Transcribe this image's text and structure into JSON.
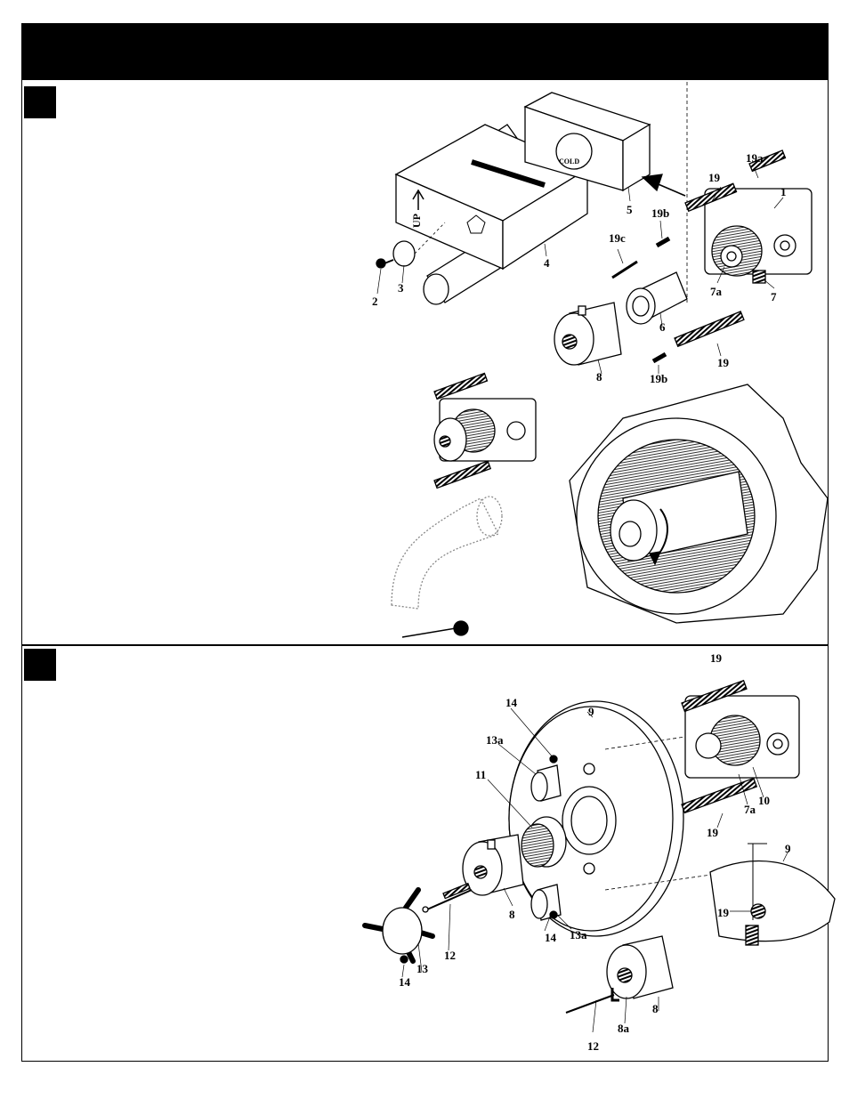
{
  "step1": {
    "labels": {
      "l2": "2",
      "l3": "3",
      "l4": "4",
      "l5": "5",
      "l6": "6",
      "l7": "7",
      "l7a": "7a",
      "l8": "8",
      "l1": "1",
      "l19": "19",
      "l19a": "19a",
      "l19b_top": "19b",
      "l19b_bottom": "19b",
      "l19c": "19c",
      "l19_lower": "19"
    },
    "box_text": {
      "up": "UP",
      "cold": "COLD"
    }
  },
  "step2": {
    "labels": {
      "l9": "9",
      "l9_detail": "9",
      "l10": "10",
      "l11": "11",
      "l12": "12",
      "l12_lower": "12",
      "l13": "13",
      "l13a_top": "13a",
      "l13a_bottom": "13a",
      "l14_top": "14",
      "l14_mid": "14",
      "l14_left": "14",
      "l7a": "7a",
      "l19_top": "19",
      "l19_mid": "19",
      "l19_detail": "19",
      "l8": "8",
      "l8_lower": "8",
      "l8a": "8a"
    }
  }
}
